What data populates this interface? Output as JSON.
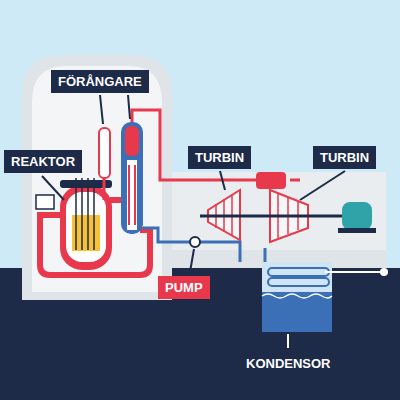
{
  "diagram": {
    "nodes": [
      {
        "text": [
          "FÖRÅNGARE"
        ]
      },
      {
        "text": [
          "REAKTOR"
        ]
      },
      {
        "text": [
          "TURBIN"
        ]
      },
      {
        "text": [
          "TURBIN"
        ]
      },
      {
        "text": [
          "PUMP"
        ]
      },
      {
        "text": [
          "KONDENSOR"
        ]
      }
    ]
  }
}
